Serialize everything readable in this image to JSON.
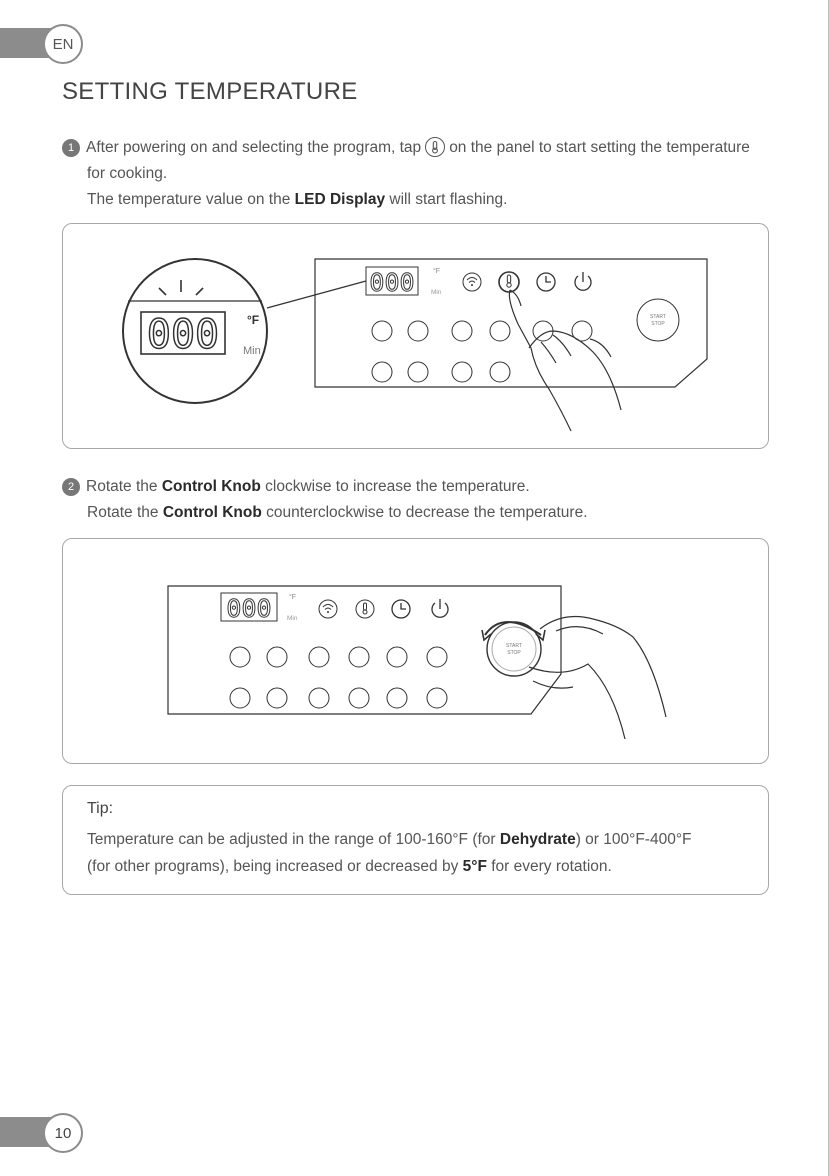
{
  "header": {
    "lang": "EN",
    "title": "SETTING TEMPERATURE"
  },
  "step1": {
    "num": "1",
    "line1_pre": "After powering on and selecting the program, tap",
    "line1_post": "on the panel to start setting the temperature",
    "line2": "for cooking.",
    "line3_pre": "The temperature value on the ",
    "line3_bold": "LED Display",
    "line3_post": " will start flashing."
  },
  "step2": {
    "num": "2",
    "line1_pre": "Rotate the ",
    "line1_bold": "Control Knob",
    "line1_post": " clockwise to increase the temperature.",
    "line2_pre": "Rotate the ",
    "line2_bold": "Control Knob",
    "line2_post": " counterclockwise to decrease the temperature."
  },
  "panel": {
    "led_digits": "000",
    "unit": "°F",
    "min_label": "Min",
    "start_label": "START",
    "stop_label": "STOP"
  },
  "tip": {
    "title": "Tip:",
    "line1_pre": "Temperature can be adjusted in the range of 100-160°F (for ",
    "line1_bold": "Dehydrate",
    "line1_post": ") or 100°F-400°F",
    "line2_pre": "(for other programs), being increased or decreased by ",
    "line2_bold": "5°F",
    "line2_post": " for every rotation."
  },
  "footer": {
    "page_number": "10"
  },
  "icons": [
    "thermometer-icon",
    "wifi-icon",
    "clock-icon",
    "power-icon",
    "program-button-icon",
    "hand-icon",
    "rotate-arrow-icon"
  ]
}
